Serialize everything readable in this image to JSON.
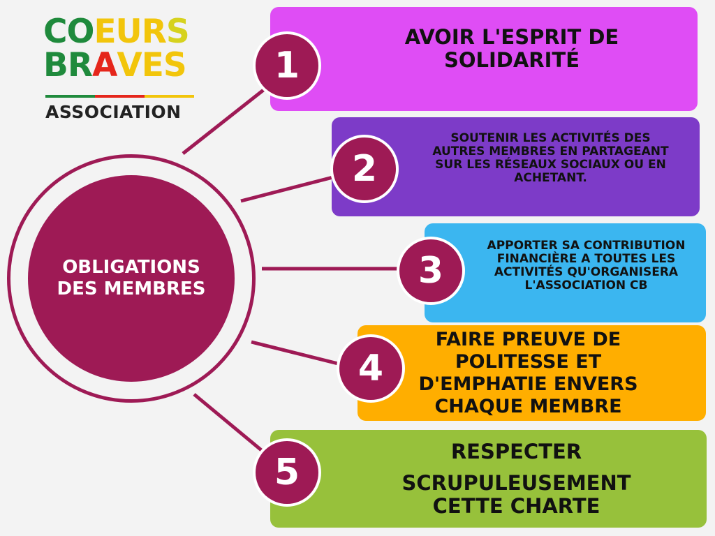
{
  "logo": {
    "line1": [
      {
        "text": "CO",
        "color": "#1f8a3c"
      },
      {
        "text": "EUR",
        "color": "#f2c50b"
      },
      {
        "text": "S",
        "color": "#d6d21e"
      }
    ],
    "line2": [
      {
        "text": "BR",
        "color": "#1f8a3c"
      },
      {
        "text": "A",
        "color": "#e5261b"
      },
      {
        "text": "VES",
        "color": "#f2c50b"
      }
    ],
    "stripe_colors": [
      "#1f8a3c",
      "#e5261b",
      "#f2c50b"
    ],
    "subtitle": "ASSOCIATION"
  },
  "hub": {
    "line1": "OBLIGATIONS",
    "line2": "DES MEMBRES",
    "color": "#9e1a55"
  },
  "items": [
    {
      "number": "1",
      "color": "#df4df5",
      "lines": [
        "AVOIR L'ESPRIT DE",
        "SOLIDARITÉ"
      ]
    },
    {
      "number": "2",
      "color": "#7d3bc8",
      "lines": [
        "SOUTENIR LES ACTIVITÉS DES",
        "AUTRES MEMBRES EN PARTAGEANT",
        "SUR LES RÉSEAUX SOCIAUX OU EN",
        "ACHETANT."
      ]
    },
    {
      "number": "3",
      "color": "#3bb6f0",
      "lines": [
        "APPORTER SA CONTRIBUTION",
        "FINANCIÈRE A TOUTES LES",
        "ACTIVITÉS QU'ORGANISERA",
        "L'ASSOCIATION CB"
      ]
    },
    {
      "number": "4",
      "color": "#ffae00",
      "lines": [
        "FAIRE PREUVE DE",
        "POLITESSE ET",
        "D'EMPHATIE ENVERS",
        "CHAQUE MEMBRE"
      ]
    },
    {
      "number": "5",
      "color": "#97c13b",
      "lines": [
        "RESPECTER",
        "SCRUPULEUSEMENT",
        "CETTE CHARTE"
      ]
    }
  ]
}
